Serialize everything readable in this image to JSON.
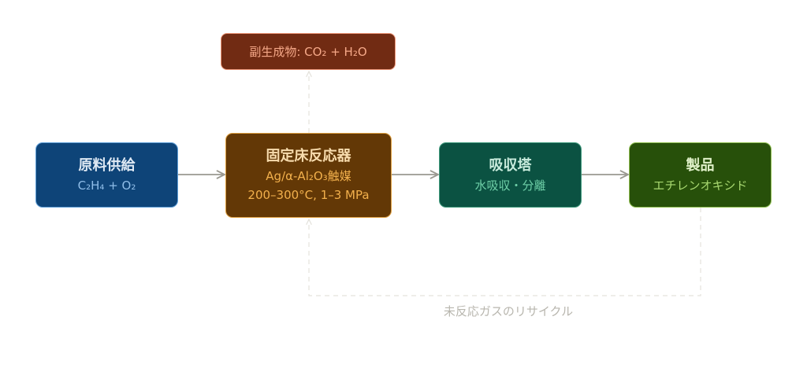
{
  "diagram": {
    "type": "process-flow",
    "nodes": [
      {
        "id": "feed",
        "title": "原料供給",
        "subtitle": "C₂H₄ + O₂",
        "color": "#0e4478"
      },
      {
        "id": "reactor",
        "title": "固定床反応器",
        "subtitle_lines": [
          "Ag/α-Al₂O₃触媒",
          "200–300°C, 1–3 MPa"
        ],
        "color": "#633806"
      },
      {
        "id": "absorber",
        "title": "吸収塔",
        "subtitle": "水吸収・分離",
        "color": "#0b5242"
      },
      {
        "id": "product",
        "title": "製品",
        "subtitle": "エチレンオキシド",
        "color": "#27500a"
      },
      {
        "id": "byproduct",
        "label": "副生成物: CO₂ + H₂O",
        "color": "#712b13"
      }
    ],
    "edges": [
      {
        "from": "feed",
        "to": "reactor",
        "style": "solid"
      },
      {
        "from": "reactor",
        "to": "absorber",
        "style": "solid"
      },
      {
        "from": "absorber",
        "to": "product",
        "style": "solid"
      },
      {
        "from": "reactor",
        "to": "byproduct",
        "style": "dashed"
      },
      {
        "from": "product",
        "to": "reactor",
        "style": "dashed",
        "label": "未反応ガスのリサイクル"
      }
    ],
    "recycle_label": "未反応ガスのリサイクル",
    "colors": {
      "arrow": "#9a9890",
      "dashed": "#e4e2dc",
      "recycle_text": "#b8b6ae"
    }
  }
}
